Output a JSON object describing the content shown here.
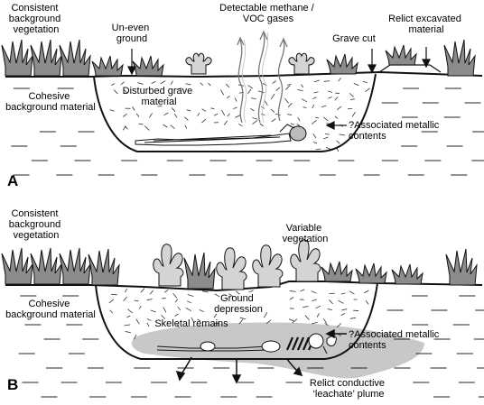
{
  "panel_a": {
    "letter": "A",
    "labels": {
      "consistent_vegetation": [
        "Consistent",
        "background",
        "vegetation"
      ],
      "uneven_ground": [
        "Un-even",
        "ground"
      ],
      "methane": [
        "Detectable methane /",
        "VOC gases"
      ],
      "grave_cut": [
        "Grave cut"
      ],
      "relict_excavated": [
        "Relict excavated",
        "material"
      ],
      "cohesive": [
        "Cohesive",
        "background material"
      ],
      "disturbed_grave": [
        "Disturbed grave",
        "material"
      ],
      "metallic": [
        "?Associated metallic",
        "contents"
      ]
    }
  },
  "panel_b": {
    "letter": "B",
    "labels": {
      "consistent_vegetation": [
        "Consistent",
        "background",
        "vegetation"
      ],
      "variable_vegetation": [
        "Variable",
        "vegetation"
      ],
      "cohesive": [
        "Cohesive",
        "background material"
      ],
      "ground_depression": [
        "Ground",
        "depression"
      ],
      "skeletal_remains": [
        "Skeletal remains"
      ],
      "metallic": [
        "?Associated metallic",
        "contents"
      ],
      "leachate": [
        "Relict conductive",
        "‘leachate’ plume"
      ]
    }
  },
  "colors": {
    "soil_texture": "#222222",
    "vegetation_dark": "#8c8c8c",
    "vegetation_light": "#d4d4d4",
    "plume": "#c8c8c8",
    "outline": "#111111"
  }
}
